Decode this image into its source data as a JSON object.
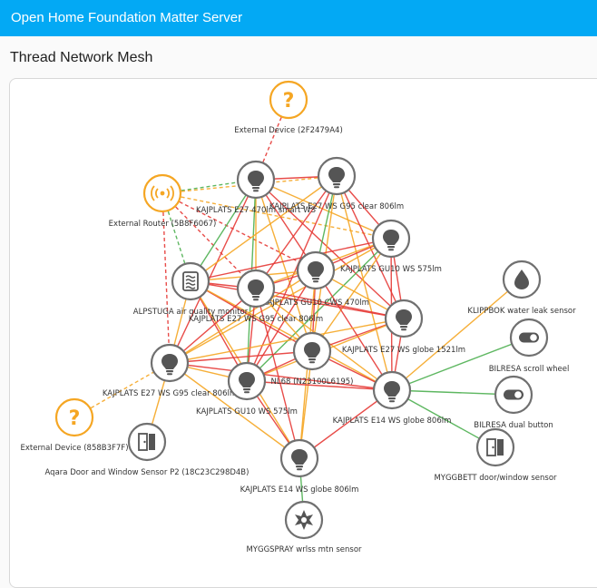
{
  "app": {
    "title": "Open Home Foundation Matter Server"
  },
  "page": {
    "heading": "Thread Network Mesh"
  },
  "colors": {
    "header": "#03a9f4",
    "node_border": "#707070",
    "node_icon": "#555555",
    "external_node": "#f5a623",
    "link_good": "#4caf50",
    "link_medium": "#f5a623",
    "link_bad": "#e53935",
    "link_unknown": "#f5a623"
  },
  "nodes": [
    {
      "id": "ext-2f2479a4",
      "label": "External Device (2F2479A4)",
      "icon": "question-icon",
      "kind": "external"
    },
    {
      "id": "ext-router",
      "label": "External Router (5B8F6067)",
      "icon": "router-icon",
      "kind": "external"
    },
    {
      "id": "n-bulb-1",
      "label": "KAJPLATS E27 470lm smart WS",
      "icon": "lightbulb-icon",
      "kind": "device"
    },
    {
      "id": "n-bulb-2",
      "label": "KAJPLATS E27 WS G95 clear 806lm",
      "icon": "lightbulb-icon",
      "kind": "device"
    },
    {
      "id": "n-gu10-1",
      "label": "KAJPLATS GU10 WS 575lm",
      "icon": "lightbulb-icon",
      "kind": "device"
    },
    {
      "id": "n-alpstuga",
      "label": "ALPSTUGA air quality monitor",
      "icon": "air-filter-icon",
      "kind": "device"
    },
    {
      "id": "n-gu10-cws",
      "label": "KAJPLATS GU10 CWS 470lm",
      "icon": "lightbulb-icon",
      "kind": "device"
    },
    {
      "id": "n-bulb-3",
      "label": "KAJPLATS E27 WS G95 clear 806lm",
      "icon": "lightbulb-icon",
      "kind": "device"
    },
    {
      "id": "n-globe-1521",
      "label": "KAJPLATS E27 WS globe 1521lm",
      "icon": "lightbulb-icon",
      "kind": "device"
    },
    {
      "id": "n-nl68",
      "label": "NL68 (N23100L6195)",
      "icon": "lightbulb-icon",
      "kind": "device"
    },
    {
      "id": "n-bulb-4",
      "label": "KAJPLATS E27 WS G95 clear 806lm",
      "icon": "lightbulb-icon",
      "kind": "device"
    },
    {
      "id": "n-gu10-2",
      "label": "KAJPLATS GU10 WS 575lm",
      "icon": "lightbulb-icon",
      "kind": "device"
    },
    {
      "id": "n-e14-globe",
      "label": "KAJPLATS E14 WS globe 806lm",
      "icon": "lightbulb-icon",
      "kind": "device"
    },
    {
      "id": "ext-858b3f7f",
      "label": "External Device (858B3F7F)",
      "icon": "question-icon",
      "kind": "external"
    },
    {
      "id": "n-aqara",
      "label": "Aqara Door and Window Sensor P2 (18C23C298D4B)",
      "icon": "door-sensor-icon",
      "kind": "device"
    },
    {
      "id": "n-e14-globe-2",
      "label": "KAJPLATS E14 WS globe 806lm",
      "icon": "lightbulb-icon",
      "kind": "device"
    },
    {
      "id": "n-myggspray",
      "label": "MYGGSPRAY wrlss mtn sensor",
      "icon": "motion-sensor-icon",
      "kind": "device"
    },
    {
      "id": "n-klippbok",
      "label": "KLIPPBOK water leak sensor",
      "icon": "water-drop-icon",
      "kind": "device"
    },
    {
      "id": "n-bilresa-scroll",
      "label": "BILRESA scroll wheel",
      "icon": "toggle-icon",
      "kind": "device"
    },
    {
      "id": "n-bilresa-dual",
      "label": "BILRESA dual button",
      "icon": "toggle-icon",
      "kind": "device"
    },
    {
      "id": "n-myggbett",
      "label": "MYGGBETT door/window sensor",
      "icon": "door-sensor-icon",
      "kind": "device"
    }
  ],
  "links": [
    {
      "from": "ext-2f2479a4",
      "to": "n-bulb-1",
      "quality": "bad",
      "dashed": true
    },
    {
      "from": "ext-router",
      "to": "n-bulb-1",
      "quality": "good",
      "dashed": true
    },
    {
      "from": "ext-router",
      "to": "n-bulb-2",
      "quality": "medium",
      "dashed": true
    },
    {
      "from": "ext-router",
      "to": "n-gu10-1",
      "quality": "medium",
      "dashed": true
    },
    {
      "from": "ext-router",
      "to": "n-alpstuga",
      "quality": "good",
      "dashed": true
    },
    {
      "from": "ext-router",
      "to": "n-bulb-3",
      "quality": "bad",
      "dashed": true
    },
    {
      "from": "ext-router",
      "to": "n-bulb-4",
      "quality": "bad",
      "dashed": true
    },
    {
      "from": "ext-router",
      "to": "n-gu10-cws",
      "quality": "bad",
      "dashed": true
    },
    {
      "from": "ext-858b3f7f",
      "to": "n-bulb-4",
      "quality": "medium",
      "dashed": true
    },
    {
      "from": "n-bulb-1",
      "to": "n-bulb-2",
      "quality": "bad"
    },
    {
      "from": "n-bulb-1",
      "to": "n-gu10-1",
      "quality": "medium"
    },
    {
      "from": "n-bulb-1",
      "to": "n-gu10-cws",
      "quality": "bad"
    },
    {
      "from": "n-bulb-1",
      "to": "n-bulb-3",
      "quality": "medium"
    },
    {
      "from": "n-bulb-1",
      "to": "n-alpstuga",
      "quality": "good"
    },
    {
      "from": "n-bulb-1",
      "to": "n-globe-1521",
      "quality": "bad"
    },
    {
      "from": "n-bulb-1",
      "to": "n-nl68",
      "quality": "medium"
    },
    {
      "from": "n-bulb-1",
      "to": "n-bulb-4",
      "quality": "bad"
    },
    {
      "from": "n-bulb-1",
      "to": "n-gu10-2",
      "quality": "good"
    },
    {
      "from": "n-bulb-2",
      "to": "n-gu10-1",
      "quality": "bad"
    },
    {
      "from": "n-bulb-2",
      "to": "n-gu10-cws",
      "quality": "good"
    },
    {
      "from": "n-bulb-2",
      "to": "n-bulb-3",
      "quality": "bad"
    },
    {
      "from": "n-bulb-2",
      "to": "n-alpstuga",
      "quality": "medium"
    },
    {
      "from": "n-bulb-2",
      "to": "n-globe-1521",
      "quality": "bad"
    },
    {
      "from": "n-bulb-2",
      "to": "n-nl68",
      "quality": "medium"
    },
    {
      "from": "n-bulb-2",
      "to": "n-e14-globe",
      "quality": "medium"
    },
    {
      "from": "n-bulb-2",
      "to": "n-gu10-2",
      "quality": "bad"
    },
    {
      "from": "n-gu10-1",
      "to": "n-gu10-cws",
      "quality": "bad"
    },
    {
      "from": "n-gu10-1",
      "to": "n-bulb-3",
      "quality": "medium"
    },
    {
      "from": "n-gu10-1",
      "to": "n-globe-1521",
      "quality": "bad"
    },
    {
      "from": "n-gu10-1",
      "to": "n-nl68",
      "quality": "medium"
    },
    {
      "from": "n-gu10-1",
      "to": "n-e14-globe",
      "quality": "bad"
    },
    {
      "from": "n-gu10-1",
      "to": "n-alpstuga",
      "quality": "bad"
    },
    {
      "from": "n-gu10-1",
      "to": "n-bulb-4",
      "quality": "medium"
    },
    {
      "from": "n-gu10-1",
      "to": "n-gu10-2",
      "quality": "good"
    },
    {
      "from": "n-alpstuga",
      "to": "n-bulb-3",
      "quality": "bad"
    },
    {
      "from": "n-alpstuga",
      "to": "n-gu10-cws",
      "quality": "medium"
    },
    {
      "from": "n-alpstuga",
      "to": "n-nl68",
      "quality": "bad"
    },
    {
      "from": "n-alpstuga",
      "to": "n-bulb-4",
      "quality": "medium"
    },
    {
      "from": "n-alpstuga",
      "to": "n-gu10-2",
      "quality": "bad"
    },
    {
      "from": "n-alpstuga",
      "to": "n-e14-globe",
      "quality": "medium"
    },
    {
      "from": "n-alpstuga",
      "to": "n-globe-1521",
      "quality": "bad"
    },
    {
      "from": "n-alpstuga",
      "to": "n-e14-globe-2",
      "quality": "medium"
    },
    {
      "from": "n-gu10-cws",
      "to": "n-bulb-3",
      "quality": "bad"
    },
    {
      "from": "n-gu10-cws",
      "to": "n-globe-1521",
      "quality": "medium"
    },
    {
      "from": "n-gu10-cws",
      "to": "n-nl68",
      "quality": "bad"
    },
    {
      "from": "n-gu10-cws",
      "to": "n-e14-globe",
      "quality": "bad"
    },
    {
      "from": "n-gu10-cws",
      "to": "n-bulb-4",
      "quality": "medium"
    },
    {
      "from": "n-gu10-cws",
      "to": "n-gu10-2",
      "quality": "bad"
    },
    {
      "from": "n-gu10-cws",
      "to": "n-e14-globe-2",
      "quality": "medium"
    },
    {
      "from": "n-bulb-3",
      "to": "n-globe-1521",
      "quality": "bad"
    },
    {
      "from": "n-bulb-3",
      "to": "n-nl68",
      "quality": "medium"
    },
    {
      "from": "n-bulb-3",
      "to": "n-bulb-4",
      "quality": "bad"
    },
    {
      "from": "n-bulb-3",
      "to": "n-gu10-2",
      "quality": "bad"
    },
    {
      "from": "n-bulb-3",
      "to": "n-e14-globe",
      "quality": "medium"
    },
    {
      "from": "n-bulb-3",
      "to": "n-e14-globe-2",
      "quality": "bad"
    },
    {
      "from": "n-globe-1521",
      "to": "n-nl68",
      "quality": "bad"
    },
    {
      "from": "n-globe-1521",
      "to": "n-gu10-2",
      "quality": "medium"
    },
    {
      "from": "n-globe-1521",
      "to": "n-e14-globe",
      "quality": "bad"
    },
    {
      "from": "n-globe-1521",
      "to": "n-bulb-4",
      "quality": "medium"
    },
    {
      "from": "n-nl68",
      "to": "n-bulb-4",
      "quality": "bad"
    },
    {
      "from": "n-nl68",
      "to": "n-gu10-2",
      "quality": "bad"
    },
    {
      "from": "n-nl68",
      "to": "n-e14-globe",
      "quality": "bad"
    },
    {
      "from": "n-nl68",
      "to": "n-e14-globe-2",
      "quality": "medium"
    },
    {
      "from": "n-bulb-4",
      "to": "n-gu10-2",
      "quality": "medium"
    },
    {
      "from": "n-bulb-4",
      "to": "n-e14-globe",
      "quality": "bad"
    },
    {
      "from": "n-bulb-4",
      "to": "n-e14-globe-2",
      "quality": "medium"
    },
    {
      "from": "n-bulb-4",
      "to": "n-aqara",
      "quality": "medium"
    },
    {
      "from": "n-gu10-2",
      "to": "n-e14-globe",
      "quality": "bad"
    },
    {
      "from": "n-gu10-2",
      "to": "n-e14-globe-2",
      "quality": "bad"
    },
    {
      "from": "n-e14-globe",
      "to": "n-e14-globe-2",
      "quality": "bad"
    },
    {
      "from": "n-e14-globe",
      "to": "n-klippbok",
      "quality": "medium"
    },
    {
      "from": "n-e14-globe",
      "to": "n-bilresa-scroll",
      "quality": "good"
    },
    {
      "from": "n-e14-globe",
      "to": "n-bilresa-dual",
      "quality": "good"
    },
    {
      "from": "n-e14-globe",
      "to": "n-myggbett",
      "quality": "good"
    },
    {
      "from": "n-e14-globe-2",
      "to": "n-myggspray",
      "quality": "good"
    }
  ]
}
